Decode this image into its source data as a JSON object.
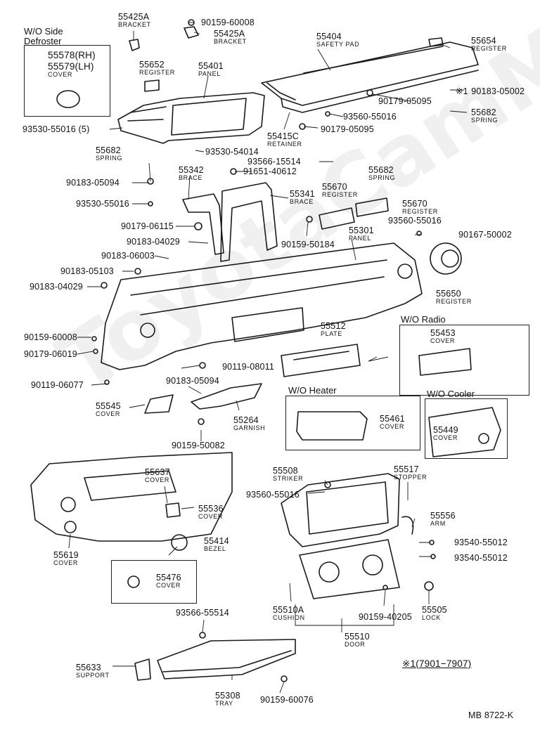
{
  "watermark": "ToyotaCamMine.ru",
  "drawing_code": "MB 8722-K",
  "footnote": "※1(7901−7907)",
  "footnote_marker": "※1",
  "variant_boxes": {
    "side_defroster": "W/O Side\nDefroster",
    "radio": "W/O Radio",
    "heater": "W/O Heater",
    "cooler": "W/O Cooler"
  },
  "parts": [
    {
      "num": "55425A",
      "name": "BRACKET"
    },
    {
      "num": "90159-60008",
      "name": ""
    },
    {
      "num": "55425A",
      "name": "BRACKET"
    },
    {
      "num": "55578(RH)",
      "name": ""
    },
    {
      "num": "55579(LH)",
      "name": "COVER"
    },
    {
      "num": "55404",
      "name": "SAFETY PAD"
    },
    {
      "num": "55654",
      "name": "REGISTER"
    },
    {
      "num": "55652",
      "name": "REGISTER"
    },
    {
      "num": "55401",
      "name": "PANEL"
    },
    {
      "num": "90183-05002",
      "name": ""
    },
    {
      "num": "90179-05095",
      "name": ""
    },
    {
      "num": "93560-55016",
      "name": ""
    },
    {
      "num": "55682",
      "name": "SPRING"
    },
    {
      "num": "90179-05095",
      "name": ""
    },
    {
      "num": "93530-55016 (5)",
      "name": ""
    },
    {
      "num": "55415C",
      "name": "RETAINER"
    },
    {
      "num": "55682",
      "name": "SPRING"
    },
    {
      "num": "93530-54014",
      "name": ""
    },
    {
      "num": "93566-15514",
      "name": ""
    },
    {
      "num": "55342",
      "name": "BRACE"
    },
    {
      "num": "91651-40612",
      "name": ""
    },
    {
      "num": "55682",
      "name": "SPRING"
    },
    {
      "num": "90183-05094",
      "name": ""
    },
    {
      "num": "55670",
      "name": "REGISTER"
    },
    {
      "num": "55341",
      "name": "BRACE"
    },
    {
      "num": "93530-55016",
      "name": ""
    },
    {
      "num": "55670",
      "name": "REGISTER"
    },
    {
      "num": "93560-55016",
      "name": ""
    },
    {
      "num": "90179-06115",
      "name": ""
    },
    {
      "num": "90159-50184",
      "name": ""
    },
    {
      "num": "55301",
      "name": "PANEL"
    },
    {
      "num": "90167-50002",
      "name": ""
    },
    {
      "num": "90183-04029",
      "name": ""
    },
    {
      "num": "90183-06003",
      "name": ""
    },
    {
      "num": "90183-05103",
      "name": ""
    },
    {
      "num": "90183-04029",
      "name": ""
    },
    {
      "num": "55650",
      "name": "REGISTER"
    },
    {
      "num": "55512",
      "name": "PLATE"
    },
    {
      "num": "55453",
      "name": "COVER"
    },
    {
      "num": "90159-60008",
      "name": ""
    },
    {
      "num": "90179-06019",
      "name": ""
    },
    {
      "num": "90119-08011",
      "name": ""
    },
    {
      "num": "90119-06077",
      "name": ""
    },
    {
      "num": "90183-05094",
      "name": ""
    },
    {
      "num": "55461",
      "name": "COVER"
    },
    {
      "num": "55449",
      "name": "COVER"
    },
    {
      "num": "55545",
      "name": "COVER"
    },
    {
      "num": "55264",
      "name": "GARNISH"
    },
    {
      "num": "90159-50082",
      "name": ""
    },
    {
      "num": "55508",
      "name": "STRIKER"
    },
    {
      "num": "55517",
      "name": "STOPPER"
    },
    {
      "num": "55637",
      "name": "COVER"
    },
    {
      "num": "93560-55016",
      "name": ""
    },
    {
      "num": "55536",
      "name": "COVER"
    },
    {
      "num": "55556",
      "name": "ARM"
    },
    {
      "num": "55414",
      "name": "BEZEL"
    },
    {
      "num": "55619",
      "name": "COVER"
    },
    {
      "num": "93540-55012",
      "name": ""
    },
    {
      "num": "93540-55012",
      "name": ""
    },
    {
      "num": "55476",
      "name": "COVER"
    },
    {
      "num": "55510A",
      "name": "CUSHION"
    },
    {
      "num": "90159-40205",
      "name": ""
    },
    {
      "num": "55505",
      "name": "LOCK"
    },
    {
      "num": "93566-55514",
      "name": ""
    },
    {
      "num": "55510",
      "name": "DOOR"
    },
    {
      "num": "55633",
      "name": "SUPPORT"
    },
    {
      "num": "55308",
      "name": "TRAY"
    },
    {
      "num": "90159-60076",
      "name": ""
    }
  ]
}
